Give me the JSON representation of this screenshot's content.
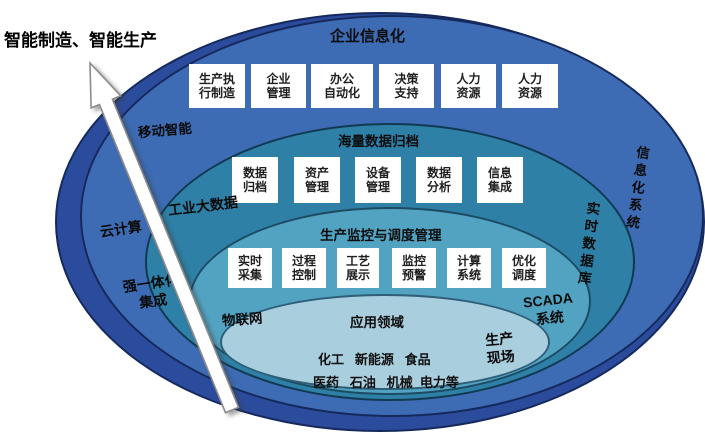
{
  "annotation": {
    "title": "智能制造、智能生产"
  },
  "layers": {
    "l1": {
      "title": "企业信息化",
      "boxes": [
        "生产执\n行制造",
        "企业\n管理",
        "办公\n自动化",
        "决策\n支持",
        "人力\n资源",
        "人力\n资源"
      ]
    },
    "l2": {
      "title": "海量数据归档",
      "boxes": [
        "数据\n归档",
        "资产\n管理",
        "设备\n管理",
        "数据\n分析",
        "信息\n集成"
      ]
    },
    "l3": {
      "title": "生产监控与调度管理",
      "boxes": [
        "实时\n采集",
        "过程\n控制",
        "工艺\n展示",
        "监控\n预警",
        "计算\n系统",
        "优化\n调度"
      ]
    },
    "l4": {
      "title": "应用领域",
      "line1": "化工   新能源   食品",
      "line2": "医药   石油   机械  电力等"
    }
  },
  "side_labels": {
    "mobile_intelligence": "移动智能",
    "cloud_computing": "云计算",
    "industrial_big_data": "工业大数据",
    "strong_integration": "强一体化\n集成",
    "iot": "物联网",
    "information_system": "信息化系统",
    "realtime_database": "实时数据库",
    "scada_system": "SCADA\n系统",
    "production_site": "生产\n现场"
  },
  "colors": {
    "ring_outer": "#2b4c9d",
    "ring_enterprise": "#3d6cb5",
    "ring_archive": "#2e80a7",
    "ring_monitor": "#52a3c2",
    "ring_application": "#a9cede",
    "box_background": "#ffffff",
    "text": "#0d0d0d",
    "arrow_fill": "#ffffff",
    "arrow_outline": "#8c8c8c"
  }
}
